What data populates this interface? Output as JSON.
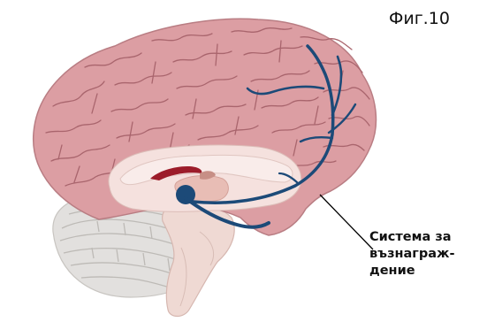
{
  "figure": {
    "label": "Фиг.10"
  },
  "callout": {
    "lines": [
      "Система за",
      "възнаграж-",
      "дение"
    ]
  },
  "colors": {
    "cortex": "#dc9ea3",
    "cortex_outline": "#b97d83",
    "gyri_lines": "#a9656d",
    "inner_region": "#f5e1de",
    "corpus_callosum": "#f9ecea",
    "thalamus": "#e8bdb5",
    "accent_red": "#9c1c2a",
    "cerebellum": "#e2e0de",
    "cerebellum_lines": "#bdbab6",
    "brainstem": "#efd9d3",
    "reward_pathway": "#1c4a78",
    "pointer_line": "#000000"
  },
  "icons": {
    "structure": "brain-sagittal-illustration",
    "pathway": "reward-pathway"
  }
}
